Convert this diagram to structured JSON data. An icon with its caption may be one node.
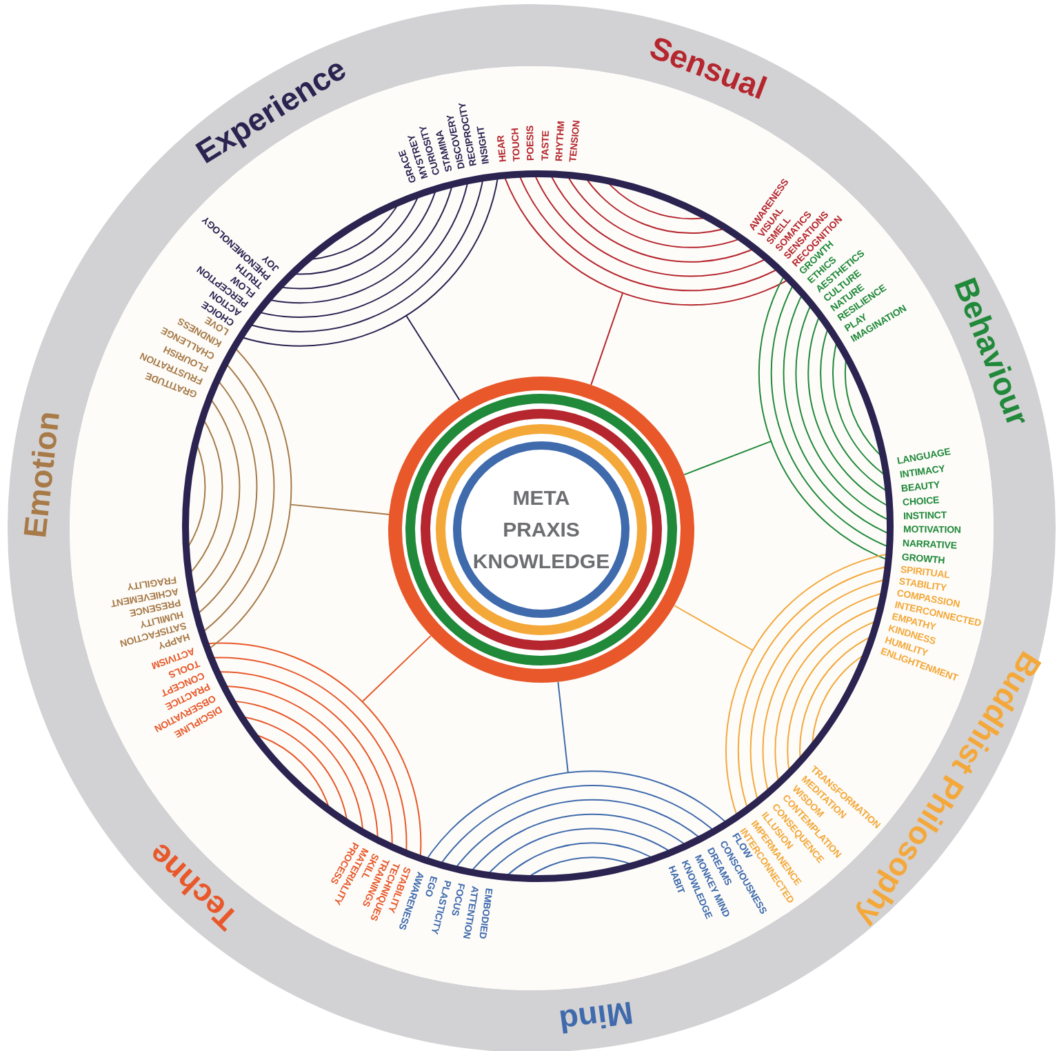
{
  "diagram": {
    "nodes": [
      {
        "text": [
          "META PRAXIS KNOWLEDGE"
        ]
      },
      {
        "text": [],
        "shape": "arc"
      },
      {
        "text": [],
        "shape": "arc"
      },
      {
        "text": [],
        "shape": "arc"
      },
      {
        "text": [],
        "shape": "arc"
      },
      {
        "text": [],
        "shape": "arc"
      },
      {
        "text": [],
        "shape": "arc"
      },
      {
        "text": [],
        "shape": "arc"
      }
    ],
    "edges": [
      {
        "from": 0,
        "to": 1,
        "arrow": "none",
        "color": "#2b2350"
      },
      {
        "from": 0,
        "to": 2,
        "arrow": "none",
        "color": "#b5262e"
      },
      {
        "from": 0,
        "to": 3,
        "arrow": "none",
        "color": "#21893a"
      },
      {
        "from": 0,
        "to": 4,
        "arrow": "none",
        "color": "#f4a83a"
      },
      {
        "from": 0,
        "to": 5,
        "arrow": "none",
        "color": "#3f6aac"
      },
      {
        "from": 0,
        "to": 6,
        "arrow": "none",
        "color": "#e8582a"
      },
      {
        "from": 0,
        "to": 7,
        "arrow": "none",
        "color": "#a77a48"
      }
    ],
    "labels": [
      "Experience",
      "Sensual",
      "Behaviour",
      "Buddhist Philosophy",
      "Mind",
      "Techne",
      "Emotion",
      "GRACE",
      "MYSTREY",
      "CURIOSITY",
      "STAMINA",
      "DISCOVERY",
      "RECIPROCITY",
      "INSIGHT",
      "HEAR",
      "TOUCH",
      "POESIS",
      "TASTE",
      "RHYTHM",
      "TENSION",
      "AWARENESS",
      "VISUAL",
      "SMELL",
      "SOMATICS",
      "SENSATIONS",
      "RECOGNITION",
      "GROWTH",
      "ETHICS",
      "AESTHETICS",
      "CULTURE",
      "NATURE",
      "RESILIENCE",
      "PLAY",
      "IMAGINATION",
      "LANGUAGE",
      "INTIMACY",
      "BEAUTY",
      "CHOICE",
      "INSTINCT",
      "MOTIVATION",
      "NARRATIVE",
      "GROWTH",
      "SPIRITUAL",
      "STABILITY",
      "COMPASSION",
      "INTERCONNECTED",
      "EMPATHY",
      "KINDNESS",
      "HUMILITY",
      "ENLIGHTENMENT",
      "TRANSFORMATION",
      "MEDITATION",
      "WISDOM",
      "CONTEMPLATION",
      "CONSEQUENCE",
      "ILLUSION",
      "IMPERMANENCE",
      "INTERCONNECTED",
      "PROCESS",
      "MATERIALITY",
      "SKILL",
      "TRAININGS",
      "TECHNIQUES",
      "STABILITY",
      "AWARENESS",
      "EGO",
      "PLASTICITY",
      "FOCUS",
      "ATTENTION",
      "EMBODIED",
      "HABIT",
      "KNOWLEDGE",
      "MONKEY MIND",
      "DREAMS",
      "CONSCIOUSNESS",
      "FLOW",
      "DISCIPLINE",
      "OBSERVATION",
      "PRACTICE",
      "CONCEPT",
      "TOOLS",
      "ACTIVISM",
      "HAPPY",
      "SATISFACTION",
      "HUMILITY",
      "PRESENCE",
      "ACHIEVEMENT",
      "FRAGILITY",
      "GRATITUDE",
      "FRUSTRATION",
      "FLOURISH",
      "CHALLENGE",
      "KINDNESS",
      "LOVE",
      "CHOICE",
      "ACTION",
      "PERCEPTION",
      "FLOW",
      "TRUTH",
      "PHENOMENOLOGY",
      "JOY"
    ]
  }
}
